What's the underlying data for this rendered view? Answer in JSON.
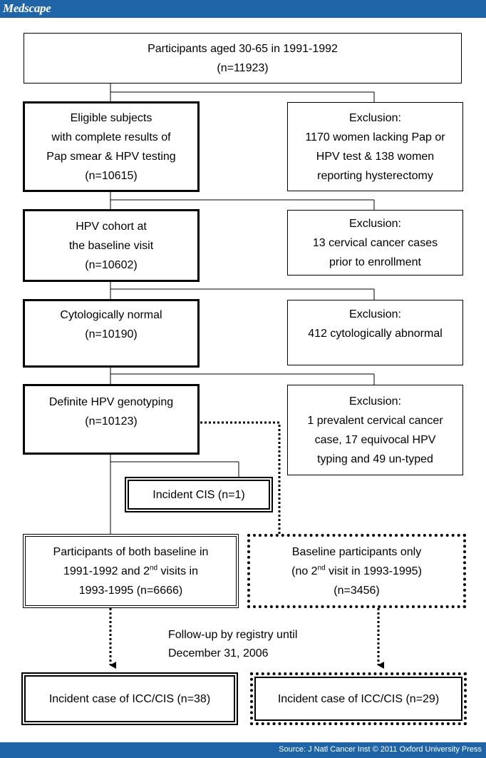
{
  "header": {
    "brand": "Medscape"
  },
  "footer": {
    "source": "Source: J Natl Cancer Inst © 2011 Oxford University Press"
  },
  "flow": {
    "participants": {
      "lines": [
        "Participants aged 30-65 in 1991-1992",
        "(n=11923)"
      ]
    },
    "eligible": {
      "lines": [
        "Eligible subjects",
        "with complete results of",
        "Pap smear & HPV testing",
        "(n=10615)"
      ]
    },
    "exclusion1": {
      "lines": [
        "Exclusion:",
        "1170 women lacking Pap or",
        "HPV test & 138 women",
        "reporting hysterectomy"
      ]
    },
    "cohort": {
      "lines": [
        "HPV cohort at",
        "the baseline visit",
        "(n=10602)"
      ]
    },
    "exclusion2": {
      "lines": [
        "Exclusion:",
        "13 cervical cancer cases",
        "prior to enrollment"
      ]
    },
    "normal": {
      "lines": [
        "Cytologically normal",
        "(n=10190)"
      ]
    },
    "exclusion3": {
      "lines": [
        "Exclusion:",
        "412 cytologically abnormal"
      ]
    },
    "genotyping": {
      "lines": [
        "Definite HPV genotyping",
        "(n=10123)"
      ]
    },
    "exclusion4": {
      "lines": [
        "Exclusion:",
        "1 prevalent cervical cancer",
        "case, 17 equivocal HPV",
        "typing and 49 un-typed"
      ]
    },
    "incident_cis": {
      "text": "Incident CIS (n=1)"
    },
    "both_visits": {
      "line1": "Participants of both baseline in",
      "line2_pre": "1991-1992 and 2",
      "line2_sup": "nd",
      "line2_post": " visits in",
      "line3": "1993-1995 (n=6666)"
    },
    "baseline_only": {
      "line1": "Baseline participants only",
      "line2_pre": "(no 2",
      "line2_sup": "nd",
      "line2_post": " visit in 1993-1995)",
      "line3": "(n=3456)"
    },
    "followup": {
      "lines": [
        "Follow-up by registry until",
        "December 31, 2006"
      ]
    },
    "incident_left": {
      "text": "Incident case of ICC/CIS (n=38)"
    },
    "incident_right": {
      "text": "Incident case of ICC/CIS (n=29)"
    }
  }
}
